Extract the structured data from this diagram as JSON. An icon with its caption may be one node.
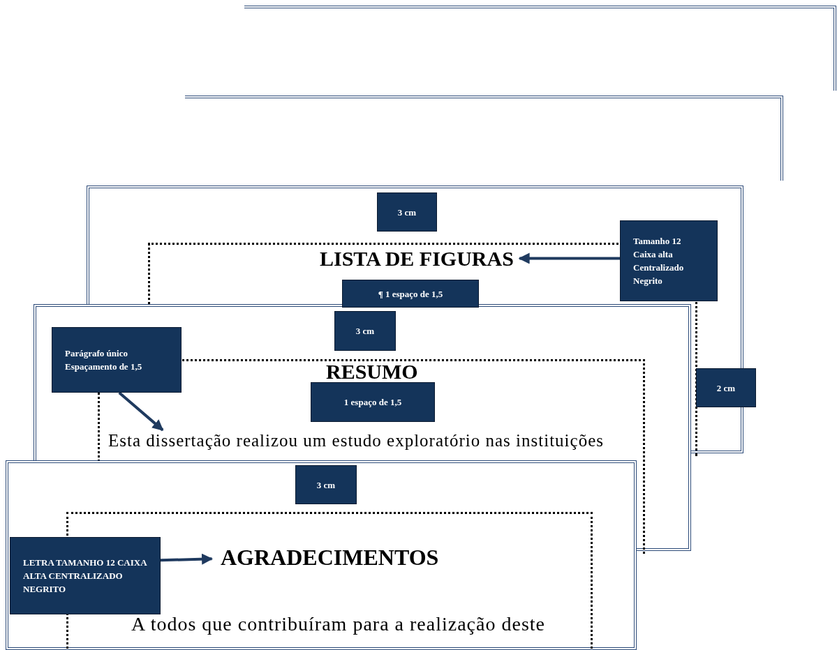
{
  "diagram": {
    "nodes": [
      {
        "text": [
          "3 cm"
        ]
      },
      {
        "text": [
          "Tamanho 12 Caixa alta Centralizado Negrito"
        ]
      },
      {
        "text": [
          "LISTA DE FIGURAS"
        ]
      },
      {
        "text": [
          "¶ 1 espaço de 1,5"
        ]
      },
      {
        "text": [
          "2 cm"
        ]
      },
      {
        "text": [
          "3 cm"
        ]
      },
      {
        "text": [
          "Parágrafo único Espaçamento de 1,5"
        ]
      },
      {
        "text": [
          "Esta dissertação realizou um estudo exploratório nas instituições"
        ]
      },
      {
        "text": [
          "1 espaço de 1,5"
        ]
      },
      {
        "text": [
          "3 cm"
        ]
      },
      {
        "text": [
          "LETRA TAMANHO 12 CAIXA ALTA CENTRALIZADO NEGRITO"
        ]
      },
      {
        "text": [
          "AGRADECIMENTOS"
        ]
      }
    ],
    "edges": [
      {
        "from": 1,
        "to": 2,
        "arrow": "to"
      },
      {
        "from": 6,
        "to": 7,
        "arrow": "to"
      },
      {
        "from": 10,
        "to": 11,
        "arrow": "to"
      }
    ],
    "labels": [
      "RESUMO",
      "A todos que contribuíram para a realização deste"
    ]
  }
}
